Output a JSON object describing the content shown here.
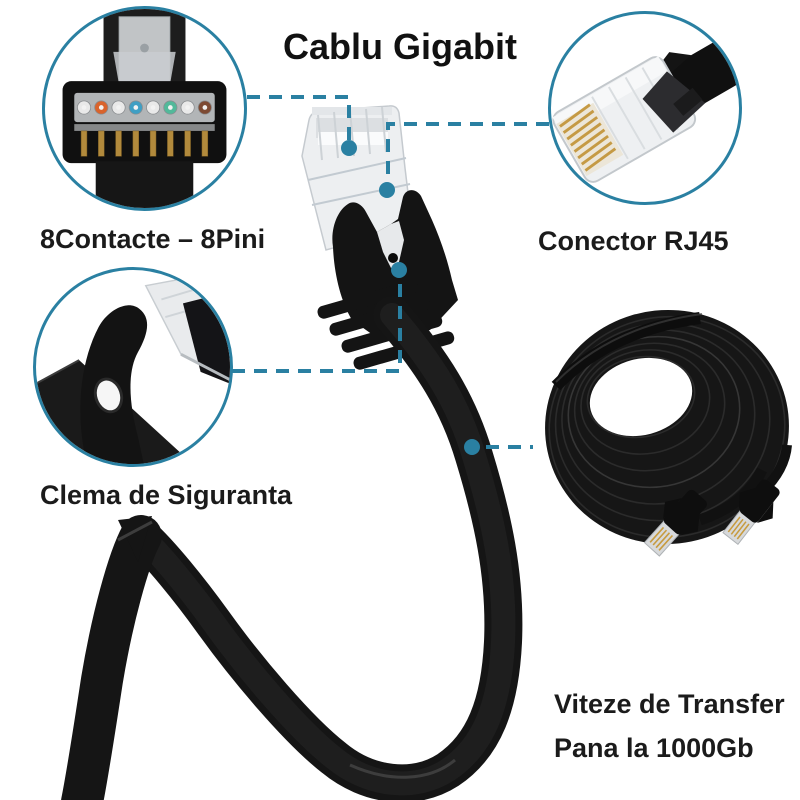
{
  "title": "Cablu Gigabit",
  "labels": {
    "contacts": "8Contacte – 8Pini",
    "connector": "Conector RJ45",
    "clip": "Clema de Siguranta",
    "speed": [
      "Viteze de Transfer",
      "Pana la 1000Gb"
    ]
  },
  "colors": {
    "accent": "#2a80a2",
    "text": "#1b1b1b",
    "cable_black": "#151515",
    "connector_clear": "#edeff1",
    "pin_gold": "#b28a3c"
  },
  "callouts": {
    "pins_closeup": {
      "icon": "rj45-pins-front-icon",
      "wire_colors": [
        "#e9e9e9",
        "#d9632c",
        "#e9e9e9",
        "#3f9fc4",
        "#e9e9e9",
        "#52b99a",
        "#e9e9e9",
        "#7d4a33"
      ]
    },
    "connector_closeup": {
      "icon": "rj45-plug-closeup-icon"
    },
    "clip_closeup": {
      "icon": "safety-clip-closeup-icon"
    },
    "cable_coil": {
      "icon": "coiled-flat-cable-icon"
    }
  }
}
